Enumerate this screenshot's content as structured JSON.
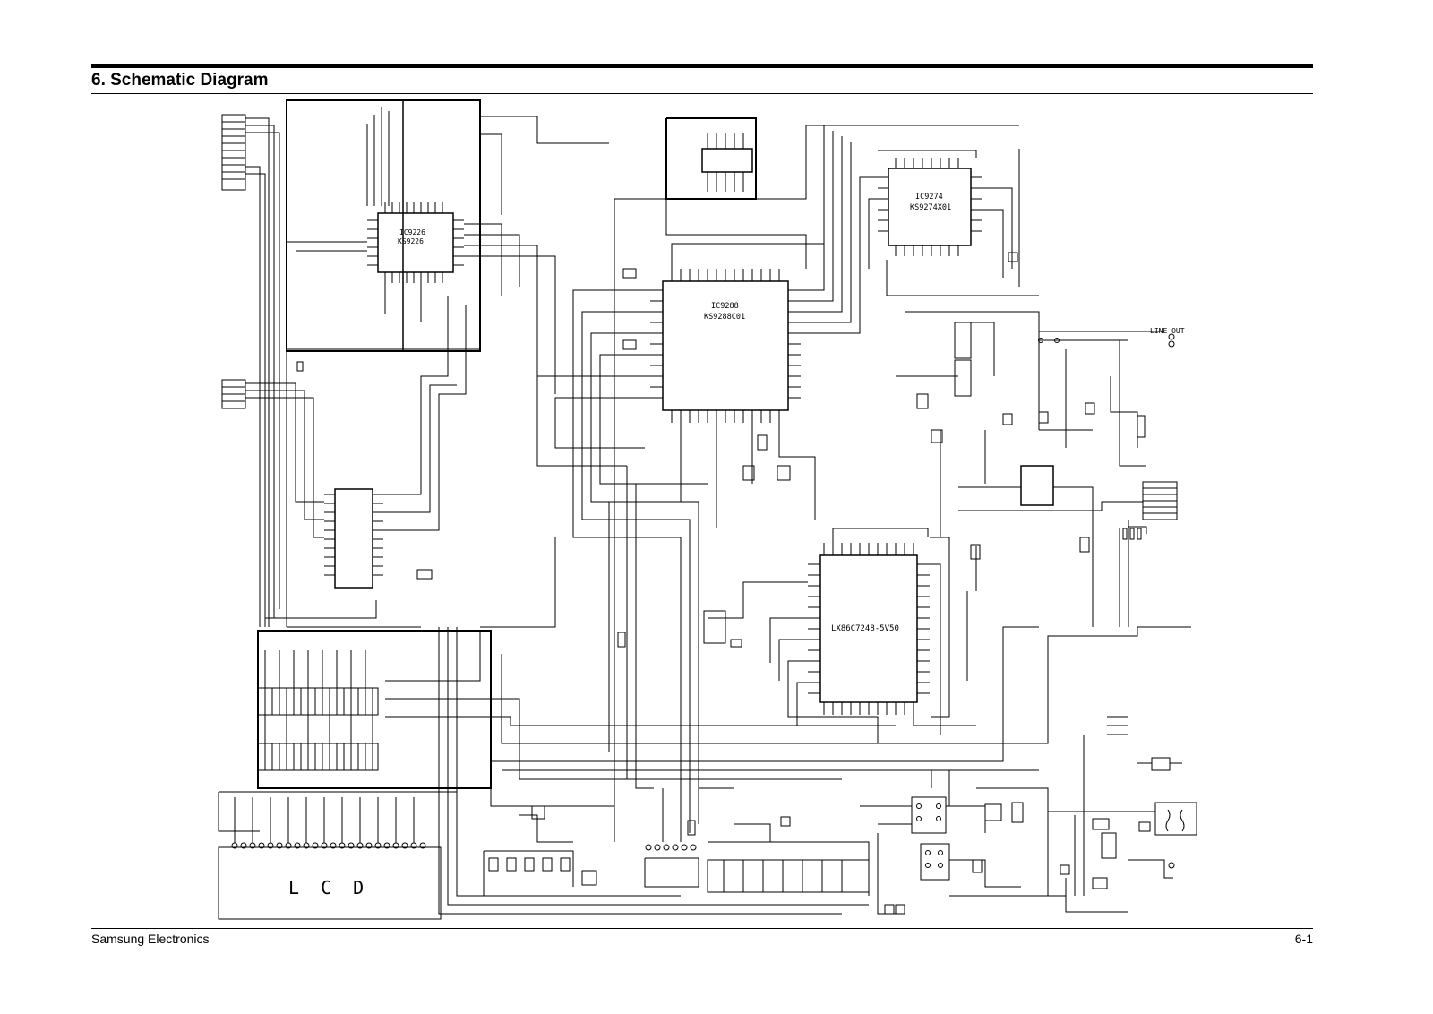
{
  "page": {
    "title": "6. Schematic Diagram",
    "footer_left": "Samsung Electronics",
    "footer_right": "6-1"
  },
  "schematic": {
    "ic_9226": {
      "ref": "IC9226",
      "part": "KS9226"
    },
    "ic_9274": {
      "ref": "IC9274",
      "part": "KS9274X01"
    },
    "ic_9288": {
      "ref": "IC9288",
      "part": "KS9288C01"
    },
    "ic_mcu": {
      "part": "LX86C7248-5V50"
    },
    "line_out": {
      "label": "LINE OUT"
    },
    "lcd": {
      "label": "L C D"
    }
  }
}
